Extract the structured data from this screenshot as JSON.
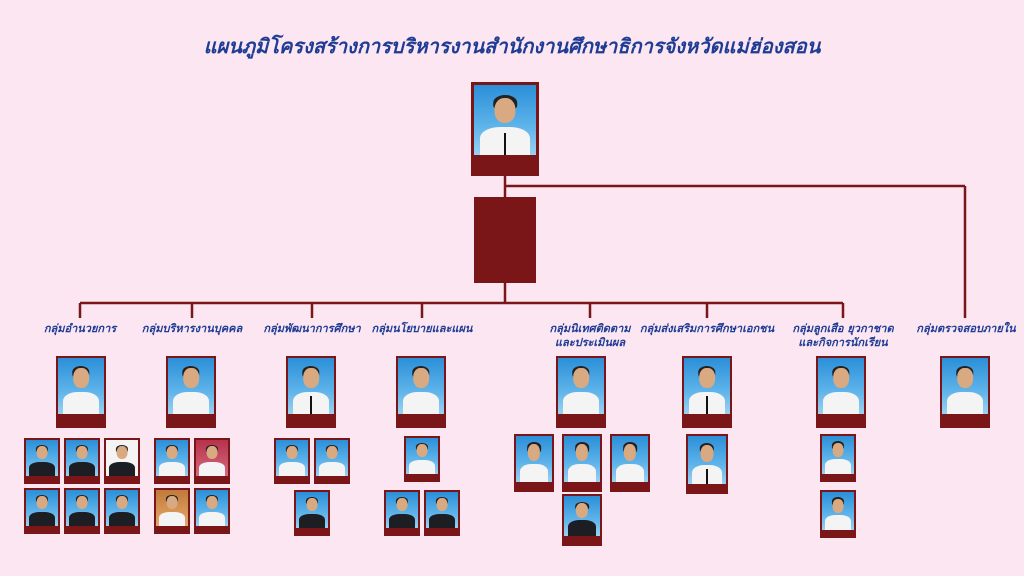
{
  "title": "แผนภูมิโครงสร้างการบริหารงานสำนักงานศึกษาธิการจังหวัดแม่ฮ่องสอน",
  "colors": {
    "background": "#fbe6f2",
    "title": "#1f3c94",
    "line": "#7a1518"
  },
  "director": {
    "photo": "director-photo"
  },
  "groups": [
    {
      "label": "กลุ่มอำนวยการ"
    },
    {
      "label": "กลุ่มบริหารงานบุคคล"
    },
    {
      "label": "กลุ่มพัฒนาการศึกษา"
    },
    {
      "label": "กลุ่มนโยบายและแผน"
    },
    {
      "label": "กลุ่มนิเทศติดตาม\nและประเมินผล"
    },
    {
      "label": "กลุ่มส่งเสริมการศึกษาเอกชน"
    },
    {
      "label": "กลุ่มลูกเสือ ยุวกาชาด\nและกิจการนักเรียน"
    },
    {
      "label": "กลุ่มตรวจสอบภายใน"
    }
  ]
}
